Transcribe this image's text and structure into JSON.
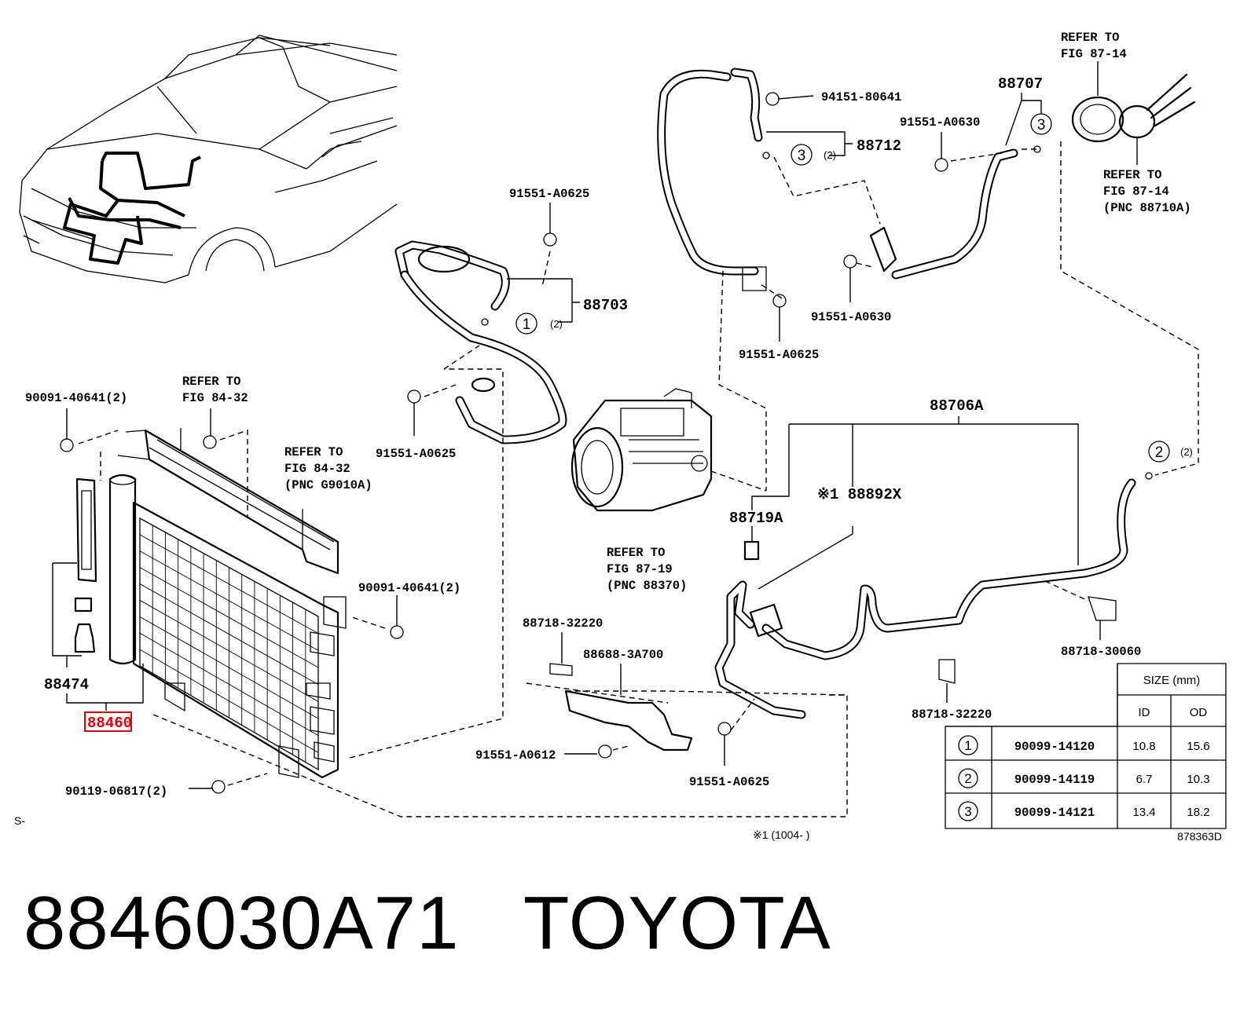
{
  "caption": {
    "part_number": "8846030A71",
    "brand": "TOYOTA"
  },
  "diagram_id": "878363D",
  "footnote": "※1 (1004-    )",
  "corner_mark": "S-",
  "highlight_color": "#e0000e",
  "labels": {
    "p_88460": "88460",
    "p_88474": "88474",
    "p_90091_a": "90091-40641(2)",
    "p_90091_b": "90091-40641(2)",
    "p_90119": "90119-06817(2)",
    "ref_84_32_a_1": "REFER TO",
    "ref_84_32_a_2": "FIG 84-32",
    "ref_84_32_b_1": "REFER TO",
    "ref_84_32_b_2": "FIG 84-32",
    "ref_84_32_b_3": "(PNC G9010A)",
    "p_91551_a0625_a": "91551-A0625",
    "p_91551_a0625_b": "91551-A0625",
    "p_91551_a0625_c": "91551-A0625",
    "p_91551_a0625_d": "91551-A0625",
    "p_88703": "88703",
    "p_94151": "94151-80641",
    "p_88712": "88712",
    "p_91551_a0630_a": "91551-A0630",
    "p_91551_a0630_b": "91551-A0630",
    "p_88707": "88707",
    "ref_87_14_a_1": "REFER TO",
    "ref_87_14_a_2": "FIG 87-14",
    "ref_87_14_b_1": "REFER TO",
    "ref_87_14_b_2": "FIG 87-14",
    "ref_87_14_b_3": "(PNC 88710A)",
    "p_88706a": "88706A",
    "p_88892x": "※1 88892X",
    "p_88719a": "88719A",
    "ref_87_19_1": "REFER TO",
    "ref_87_19_2": "FIG 87-19",
    "ref_87_19_3": "(PNC 88370)",
    "p_88718_32220_a": "88718-32220",
    "p_88718_32220_b": "88718-32220",
    "p_88718_30060": "88718-30060",
    "p_88688": "88688-3A700",
    "p_91551_a0612": "91551-A0612",
    "qty_2": "(2)"
  },
  "size_table": {
    "title": "SIZE (mm)",
    "col_id": "ID",
    "col_od": "OD",
    "rows": [
      {
        "mark": "1",
        "part": "90099-14120",
        "id": "10.8",
        "od": "15.6"
      },
      {
        "mark": "2",
        "part": "90099-14119",
        "id": "6.7",
        "od": "10.3"
      },
      {
        "mark": "3",
        "part": "90099-14121",
        "id": "13.4",
        "od": "18.2"
      }
    ]
  }
}
